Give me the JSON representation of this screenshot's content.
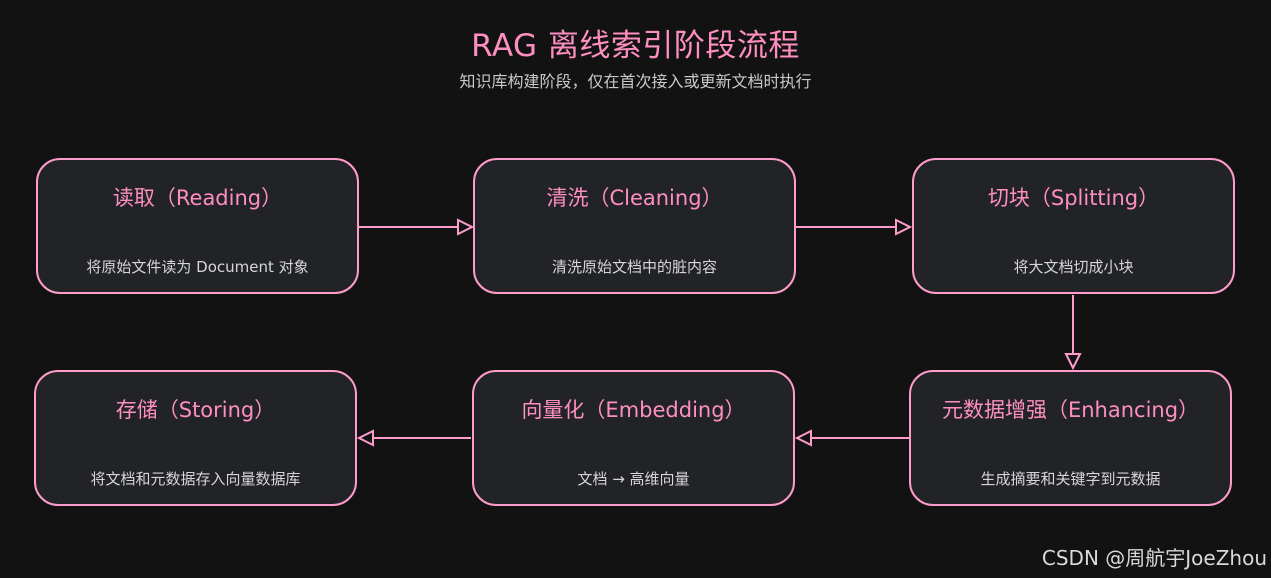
{
  "title": "RAG 离线索引阶段流程",
  "subtitle": "知识库构建阶段，仅在首次接入或更新文档时执行",
  "colors": {
    "background": "#121213",
    "accent": "#ff8fc0",
    "node_border": "#ff9ccb",
    "node_fill": "#222327"
  },
  "nodes": [
    {
      "id": "reading",
      "title": "读取（Reading）",
      "desc": "将原始文件读为 Document 对象"
    },
    {
      "id": "cleaning",
      "title": "清洗（Cleaning）",
      "desc": "清洗原始文档中的脏内容"
    },
    {
      "id": "splitting",
      "title": "切块（Splitting）",
      "desc": "将大文档切成小块"
    },
    {
      "id": "enhancing",
      "title": "元数据增强（Enhancing）",
      "desc": "生成摘要和关键字到元数据"
    },
    {
      "id": "embedding",
      "title": "向量化（Embedding）",
      "desc": "文档 → 高维向量"
    },
    {
      "id": "storing",
      "title": "存储（Storing）",
      "desc": "将文档和元数据存入向量数据库"
    }
  ],
  "edges": [
    {
      "from": "reading",
      "to": "cleaning"
    },
    {
      "from": "cleaning",
      "to": "splitting"
    },
    {
      "from": "splitting",
      "to": "enhancing"
    },
    {
      "from": "enhancing",
      "to": "embedding"
    },
    {
      "from": "embedding",
      "to": "storing"
    }
  ],
  "watermark": "CSDN @周航宇JoeZhou"
}
